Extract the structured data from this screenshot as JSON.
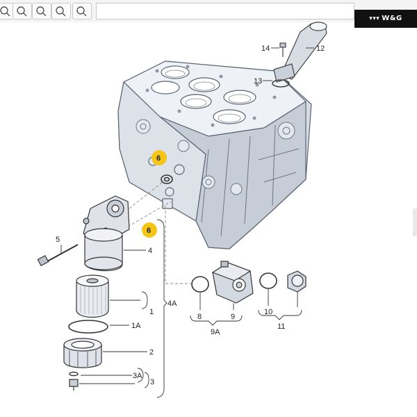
{
  "toolbar": {
    "tools": [
      "zoom-out-icon",
      "zoom-in-icon",
      "zoom-fit-icon",
      "zoom-reset-icon"
    ]
  },
  "brand": {
    "text": "W&G",
    "color": "#111111"
  },
  "callouts": [
    {
      "id": "n14",
      "text": "14"
    },
    {
      "id": "n12",
      "text": "12"
    },
    {
      "id": "n13",
      "text": "13"
    },
    {
      "id": "n5",
      "text": "5"
    },
    {
      "id": "n4",
      "text": "4"
    },
    {
      "id": "n1",
      "text": "1"
    },
    {
      "id": "n4A",
      "text": "4A"
    },
    {
      "id": "n1A",
      "text": "1A"
    },
    {
      "id": "n2",
      "text": "2"
    },
    {
      "id": "n3A",
      "text": "3A"
    },
    {
      "id": "n3",
      "text": "3"
    },
    {
      "id": "n8",
      "text": "8"
    },
    {
      "id": "n9",
      "text": "9"
    },
    {
      "id": "n9A",
      "text": "9A"
    },
    {
      "id": "n10",
      "text": "10"
    },
    {
      "id": "n11",
      "text": "11"
    }
  ],
  "highlights": [
    {
      "id": "h1",
      "text": "6",
      "color": "#f5c518"
    },
    {
      "id": "h2",
      "text": "6",
      "color": "#f5c518"
    }
  ]
}
